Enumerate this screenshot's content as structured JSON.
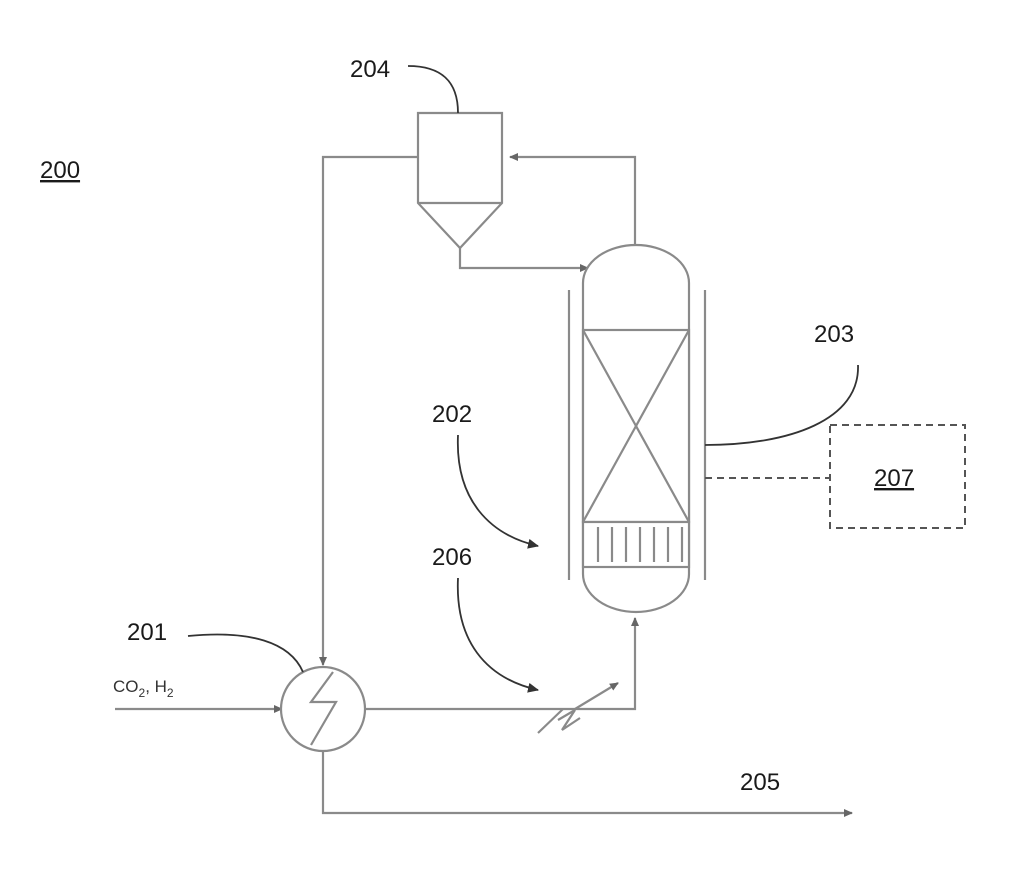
{
  "figure": {
    "system_label": "200",
    "labels": {
      "heat_exchanger": "201",
      "reactor_arrow": "202",
      "reactor_lead": "203",
      "separator": "204",
      "outlet": "205",
      "heater": "206",
      "external_unit": "207"
    },
    "feed": {
      "main": "CO",
      "sub1": "2",
      "sep": ", H",
      "sub2": "2"
    }
  },
  "colors": {
    "pipe": "#8a8a8a",
    "leader": "#333333",
    "text": "#1a1a1a"
  }
}
